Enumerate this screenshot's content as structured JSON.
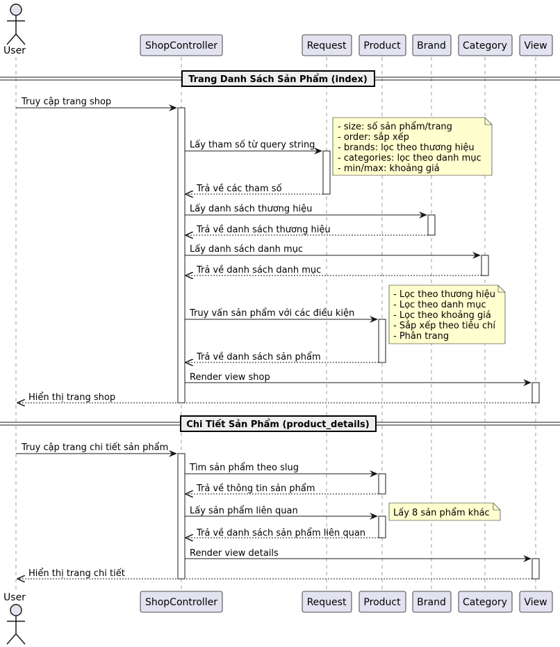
{
  "participants": {
    "user": "User",
    "shop_controller": "ShopController",
    "request": "Request",
    "product": "Product",
    "brand": "Brand",
    "category": "Category",
    "view": "View"
  },
  "sections": {
    "index": "Trang Danh Sách Sản Phẩm (index)",
    "details": "Chi Tiết Sản Phẩm (product_details)"
  },
  "messages": {
    "m1": "Truy cập trang shop",
    "m2": "Lấy tham số từ query string",
    "m3": "Trả về các tham số",
    "m4": "Lấy danh sách thương hiệu",
    "m5": "Trả về danh sách thương hiệu",
    "m6": "Lấy danh sách danh mục",
    "m7": "Trả về danh sách danh mục",
    "m8": "Truy vấn sản phẩm với các điều kiện",
    "m9": "Trả về danh sách sản phẩm",
    "m10": "Render view shop",
    "m11": "Hiển thị trang shop",
    "m12": "Truy cập trang chi tiết sản phẩm",
    "m13": "Tìm sản phẩm theo slug",
    "m14": "Trả về thông tin sản phẩm",
    "m15": "Lấy sản phẩm liên quan",
    "m16": "Trả về danh sách sản phẩm liên quan",
    "m17": "Render view details",
    "m18": "Hiển thị trang chi tiết"
  },
  "notes": {
    "params": [
      "- size: số sản phẩm/trang",
      "- order: sắp xếp",
      "- brands: lọc theo thương hiệu",
      "- categories: lọc theo danh mục",
      "- min/max: khoảng giá"
    ],
    "filters": [
      "- Lọc theo thương hiệu",
      "- Lọc theo danh mục",
      "- Lọc theo khoảng giá",
      "- Sắp xếp theo tiêu chí",
      "- Phân trang"
    ],
    "related": [
      "Lấy 8 sản phẩm khác"
    ]
  },
  "colors": {
    "participant_fill": "#e2e2f0",
    "participant_stroke": "#181818",
    "note_fill": "#fefece",
    "lifeline": "#9e9e9e",
    "arrow": "#181818"
  }
}
